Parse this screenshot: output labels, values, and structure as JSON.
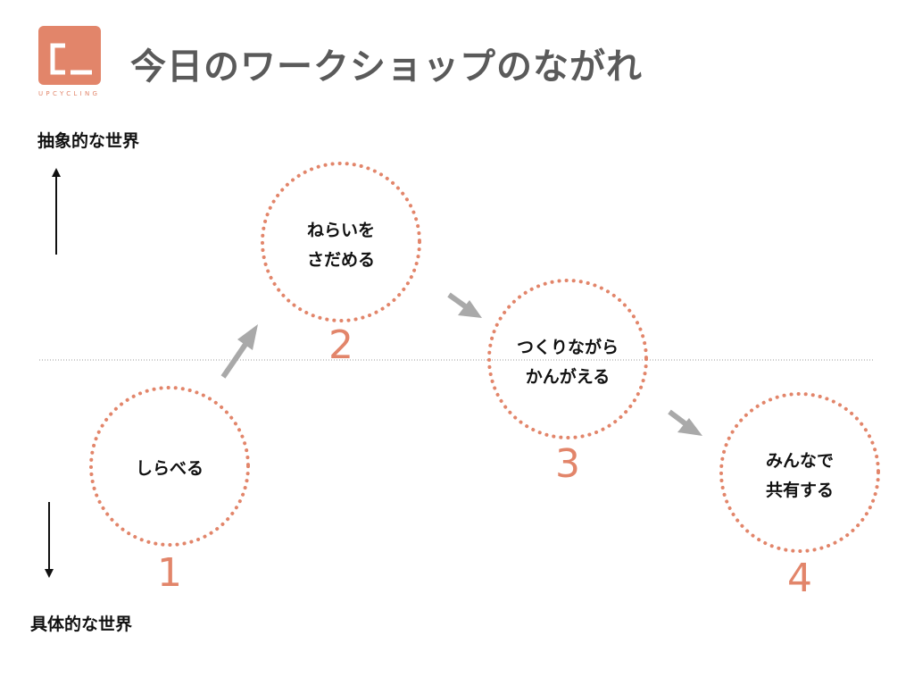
{
  "header": {
    "logo_text": "UPCYCLING",
    "title": "今日のワークショップのながれ"
  },
  "axis": {
    "top_label": "抽象的な世界",
    "bottom_label": "具体的な世界"
  },
  "steps": [
    {
      "number": "1",
      "lines": [
        "しらべる"
      ]
    },
    {
      "number": "2",
      "lines": [
        "ねらいを",
        "さだめる"
      ]
    },
    {
      "number": "3",
      "lines": [
        "つくりながら",
        "かんがえる"
      ]
    },
    {
      "number": "4",
      "lines": [
        "みんなで",
        "共有する"
      ]
    }
  ],
  "colors": {
    "accent": "#e2856a",
    "arrow": "#a9a9a9",
    "text": "#111111",
    "title": "#5a5a5a"
  }
}
